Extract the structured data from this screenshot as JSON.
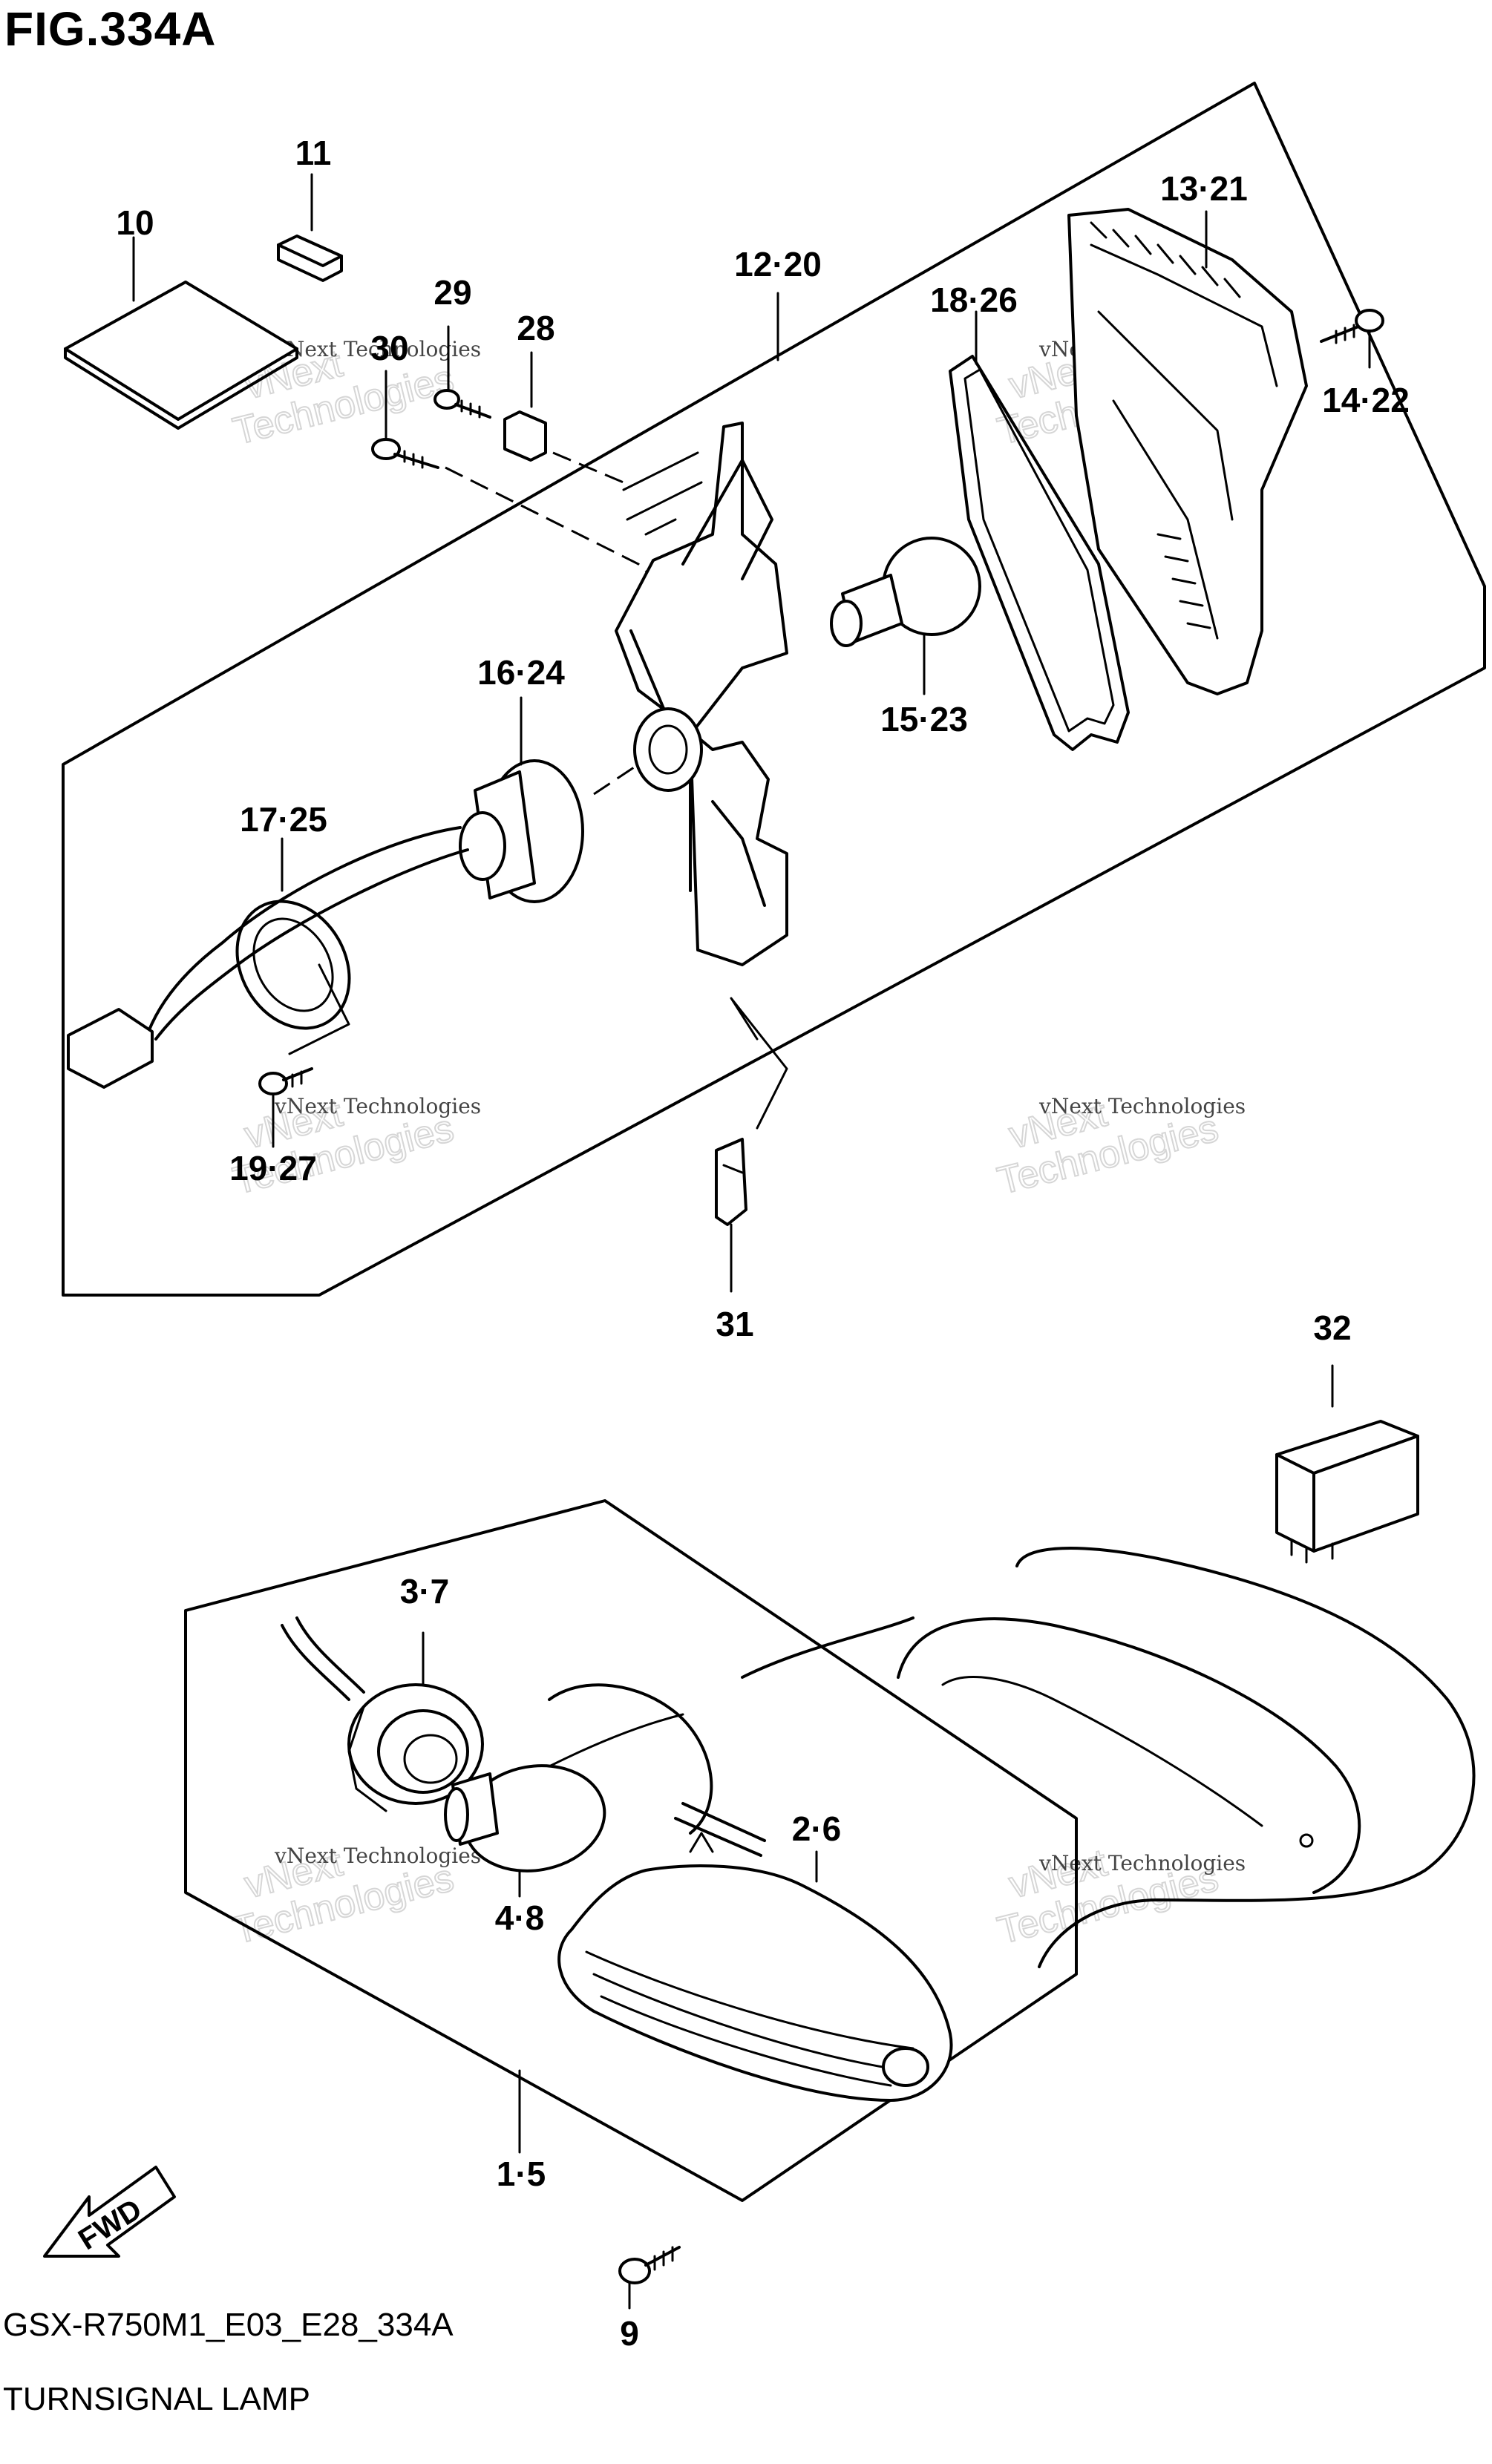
{
  "figure": {
    "title": "FIG.334A",
    "model_code": "GSX-R750M1_E03_E28_334A",
    "section_name": "TURNSIGNAL LAMP"
  },
  "callouts": [
    {
      "id": "c10",
      "label": "10"
    },
    {
      "id": "c11",
      "label": "11"
    },
    {
      "id": "c29",
      "label": "29"
    },
    {
      "id": "c30",
      "label": "30"
    },
    {
      "id": "c28",
      "label": "28"
    },
    {
      "id": "c12-20",
      "label": "12·20"
    },
    {
      "id": "c18-26",
      "label": "18·26"
    },
    {
      "id": "c13-21",
      "label": "13·21"
    },
    {
      "id": "c14-22",
      "label": "14·22"
    },
    {
      "id": "c16-24",
      "label": "16·24"
    },
    {
      "id": "c15-23",
      "label": "15·23"
    },
    {
      "id": "c17-25",
      "label": "17·25"
    },
    {
      "id": "c19-27",
      "label": "19·27"
    },
    {
      "id": "c31",
      "label": "31"
    },
    {
      "id": "c32",
      "label": "32"
    },
    {
      "id": "c3-7",
      "label": "3·7"
    },
    {
      "id": "c2-6",
      "label": "2·6"
    },
    {
      "id": "c4-8",
      "label": "4·8"
    },
    {
      "id": "c1-5",
      "label": "1·5"
    },
    {
      "id": "c9",
      "label": "9"
    }
  ],
  "fwd_arrow": {
    "label": "FWD",
    "icon": "fwd-arrow-icon"
  },
  "watermark": {
    "line1": "vNext Technologies",
    "line2a": "vNext",
    "line2b": "Technologies"
  }
}
